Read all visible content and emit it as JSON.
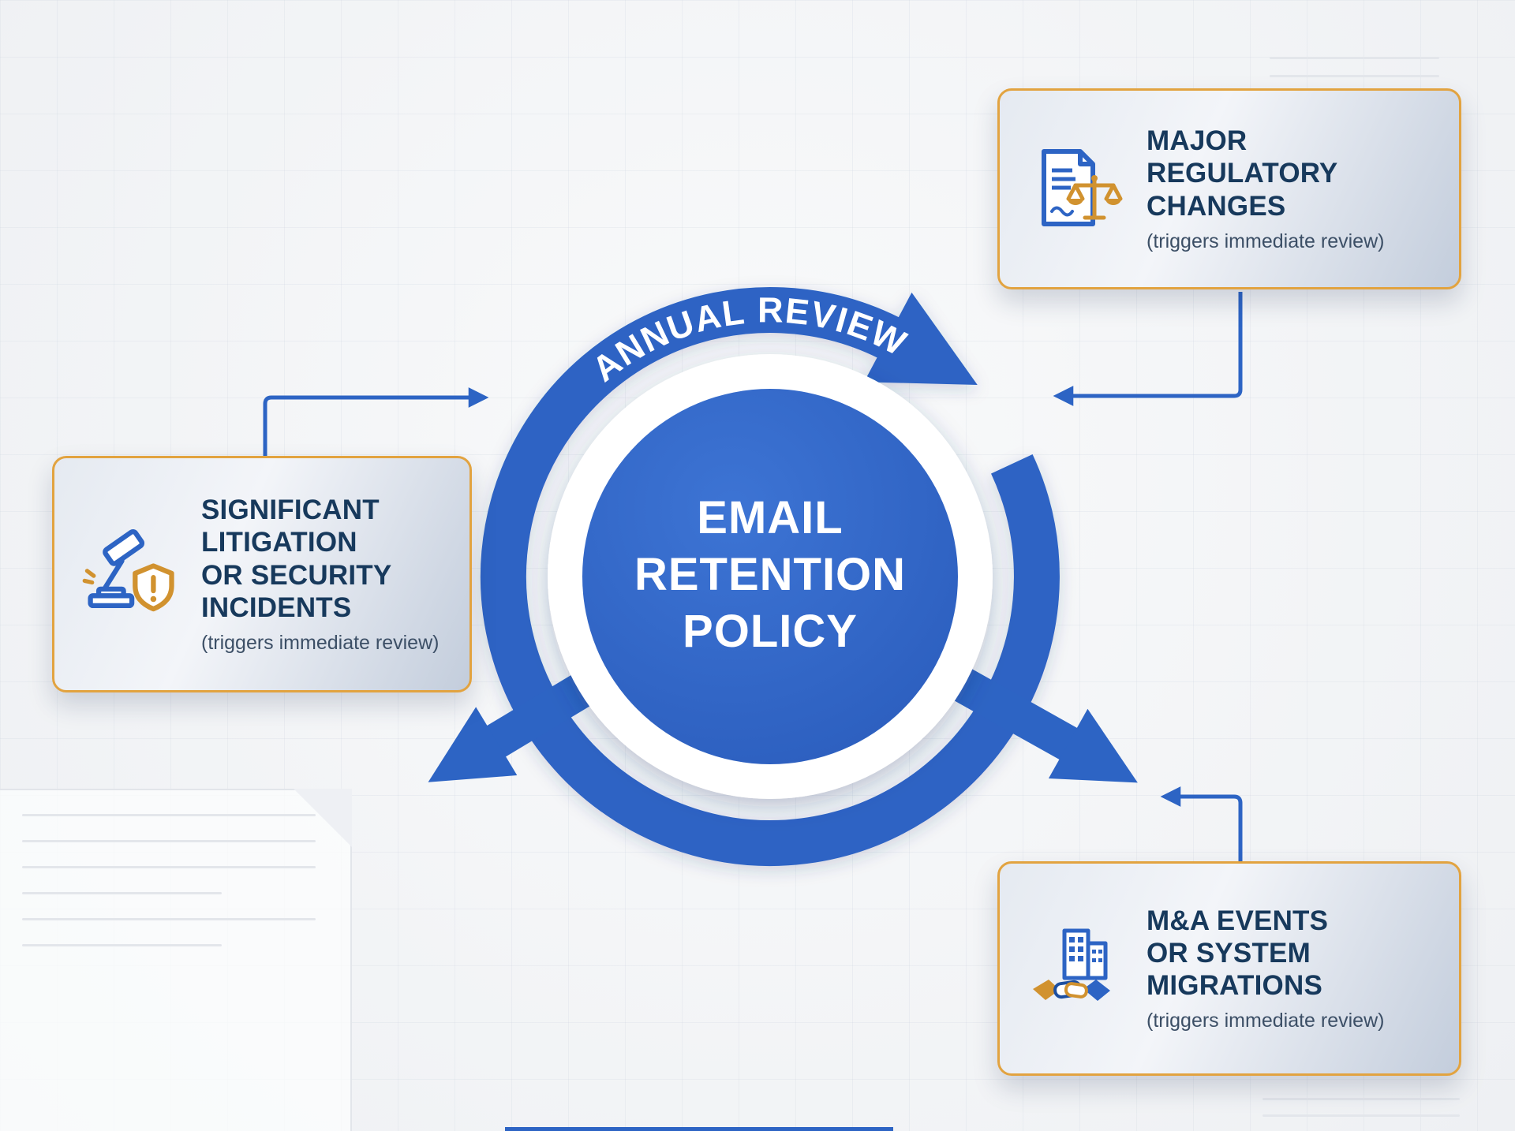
{
  "center": {
    "ring_label": "ANNUAL REVIEW",
    "lines": [
      "EMAIL",
      "RETENTION",
      "POLICY"
    ]
  },
  "cards": {
    "regulatory": {
      "title_lines": [
        "MAJOR",
        "REGULATORY",
        "CHANGES"
      ],
      "subtitle": "(triggers immediate review)",
      "icon": "regulation-document-scales-icon"
    },
    "litigation": {
      "title_lines": [
        "SIGNIFICANT",
        "LITIGATION",
        "OR SECURITY",
        "INCIDENTS"
      ],
      "subtitle": "(triggers immediate review)",
      "icon": "gavel-shield-icon"
    },
    "mna": {
      "title_lines": [
        "M&A EVENTS",
        "OR SYSTEM",
        "MIGRATIONS"
      ],
      "subtitle": "(triggers immediate review)",
      "icon": "buildings-handshake-icon"
    }
  },
  "colors": {
    "primary_blue": "#2d64c4",
    "gold_accent": "#d1922f",
    "gold_border": "#e2a340",
    "heading_navy": "#17395c",
    "subtitle_gray": "#3c4f66",
    "ring_text_white": "#ffffff"
  }
}
